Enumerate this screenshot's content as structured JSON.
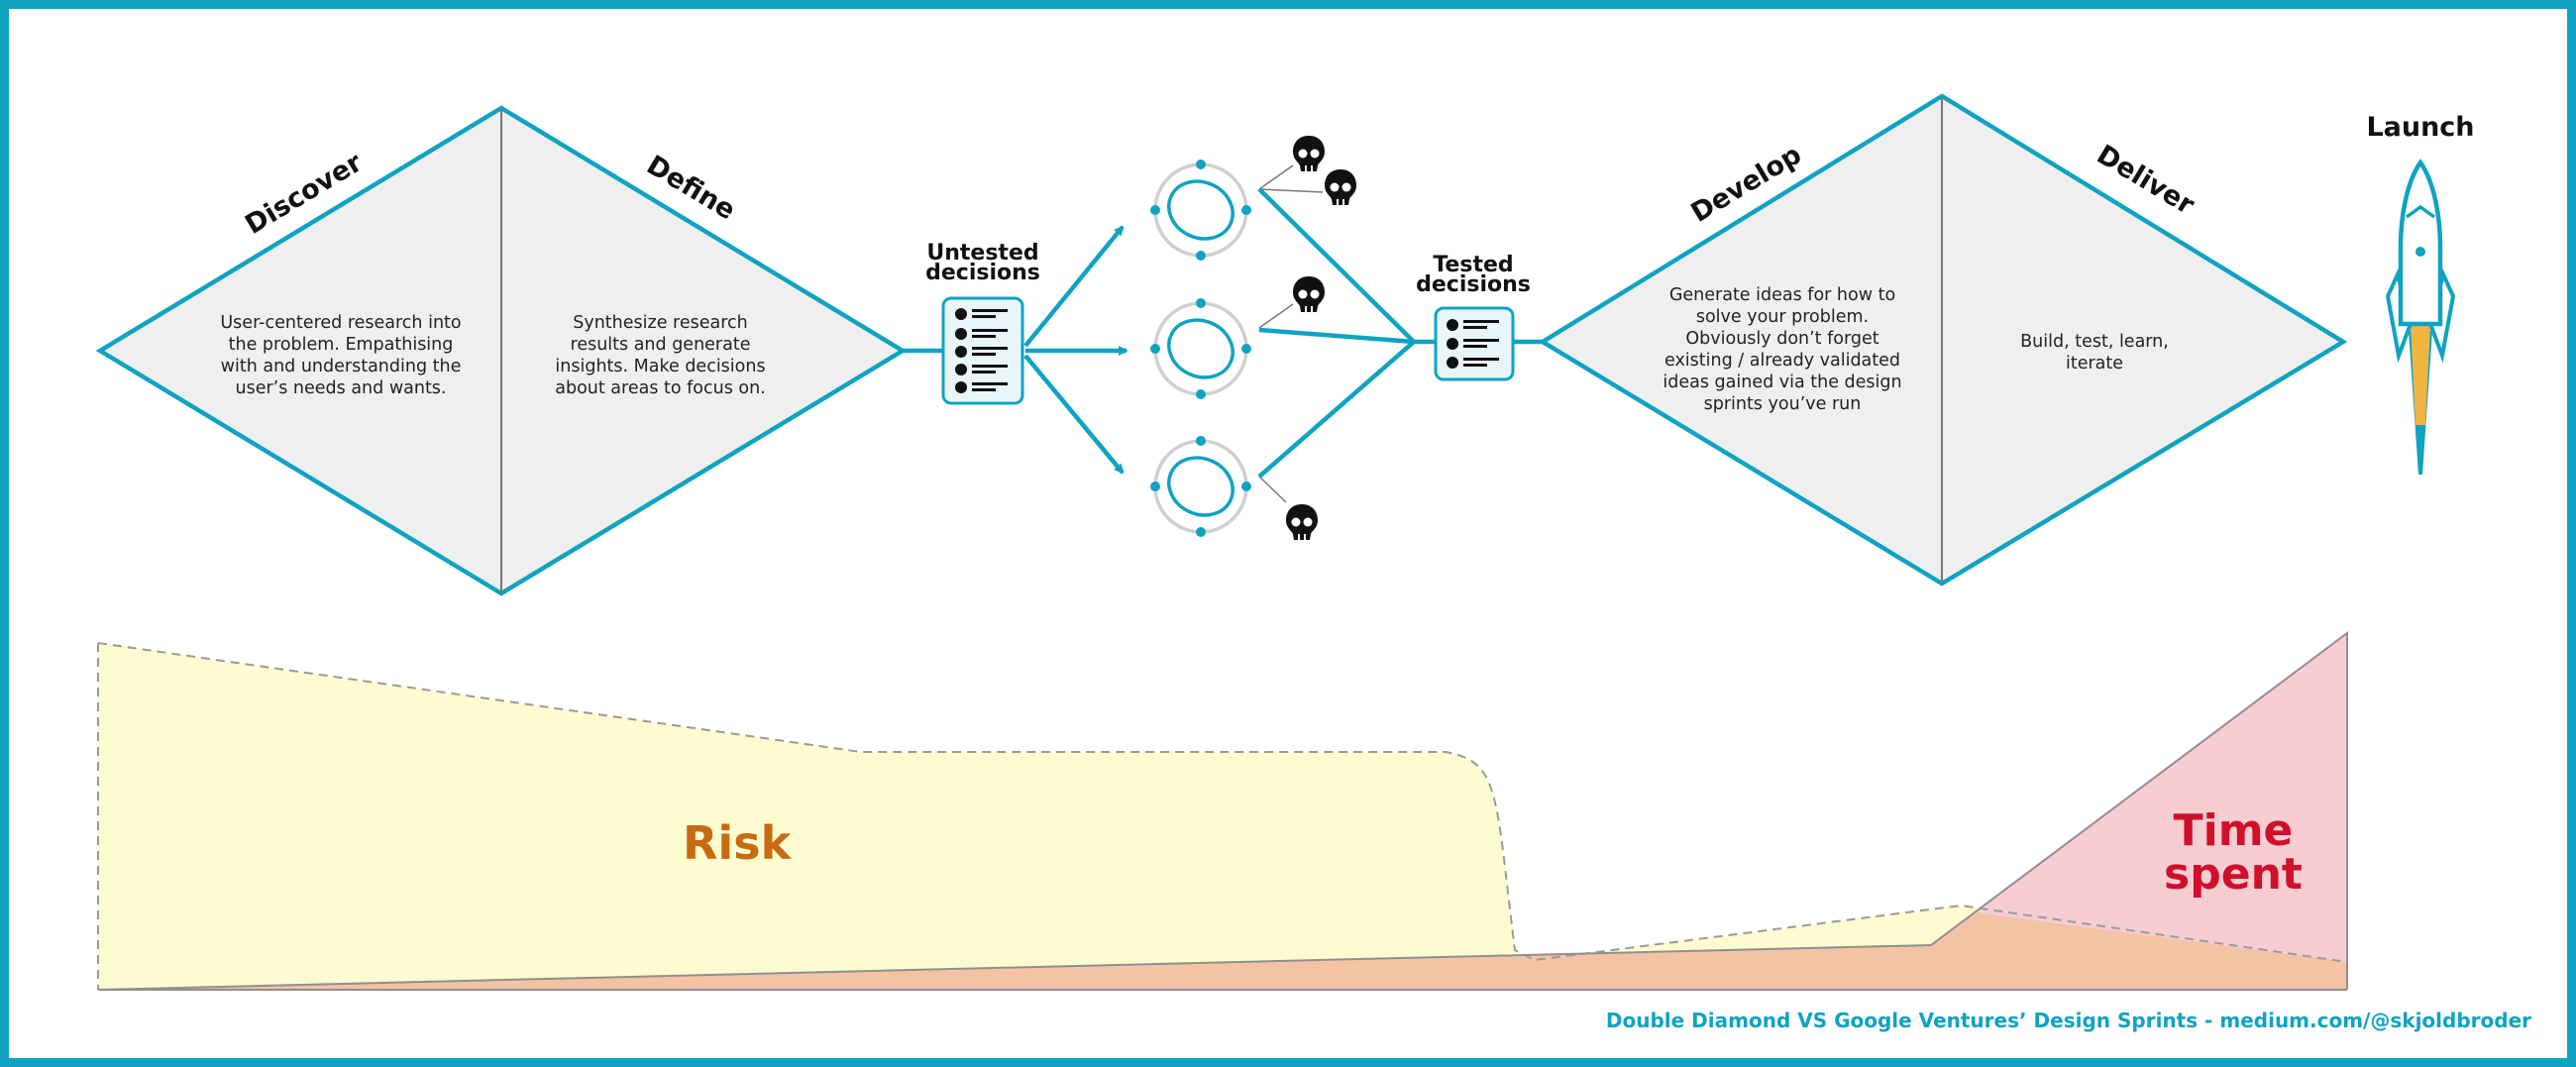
{
  "phases": {
    "discover": "Discover",
    "define": "Define",
    "develop": "Develop",
    "deliver": "Deliver",
    "launch": "Launch"
  },
  "descriptions": {
    "discover": "User-centered research into the problem. Empathising with and understanding the user’s needs and wants.",
    "define": "Synthesize research results and generate insights. Make decisions about areas to focus on.",
    "develop": "Generate ideas for how to solve your problem. Obviously don’t forget existing / already validated ideas gained via the design sprints you’ve run",
    "deliver": "Build, test, learn, iterate"
  },
  "decisions": {
    "untested_line1": "Untested",
    "untested_line2": "decisions",
    "tested_line1": "Tested",
    "tested_line2": "decisions"
  },
  "chart_labels": {
    "risk": "Risk",
    "time_line1": "Time",
    "time_line2": "spent"
  },
  "credit": "Double Diamond VS Google Ventures’ Design Sprints - medium.com/@skjoldbroder",
  "colors": {
    "accent": "#0fa3c2",
    "diamond_fill": "#efefef",
    "risk_fill": "#fdfbd0",
    "time_fill": "#f5cdd3",
    "overlap_fill": "#f4c2a4",
    "risk_text": "#c86a12",
    "time_text": "#d0102a"
  },
  "icons": [
    "sprint-cycle-icon",
    "skull-icon",
    "document-list-icon",
    "rocket-icon"
  ]
}
